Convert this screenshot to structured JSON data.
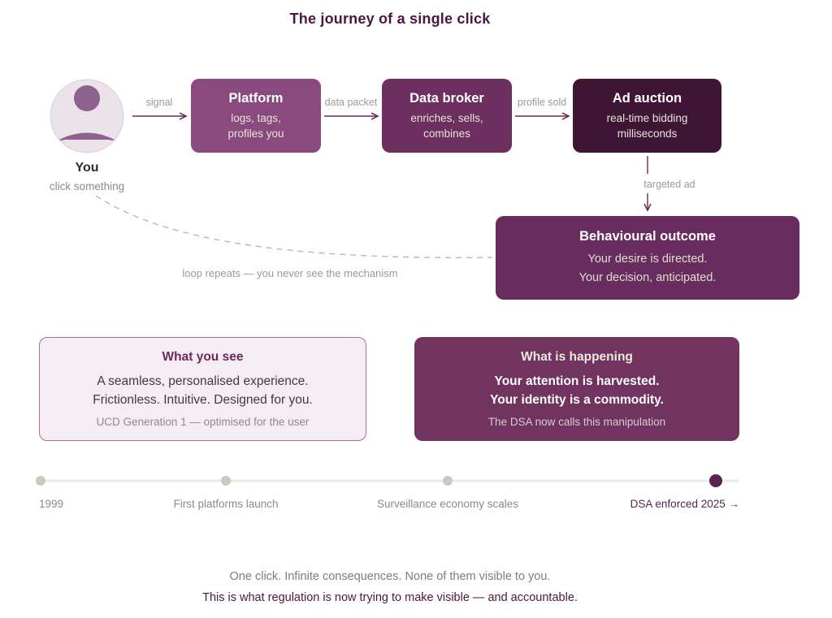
{
  "title": "The journey of a single click",
  "flow": {
    "you": {
      "label": "You",
      "sublabel": "click something"
    },
    "arrows": [
      {
        "label": "signal"
      },
      {
        "label": "data packet"
      },
      {
        "label": "profile sold"
      }
    ],
    "nodes": [
      {
        "title": "Platform",
        "lines": [
          "logs, tags,",
          "profiles you"
        ],
        "color": "#8a4a7d"
      },
      {
        "title": "Data broker",
        "lines": [
          "enriches, sells,",
          "combines"
        ],
        "color": "#6d2f60"
      },
      {
        "title": "Ad auction",
        "lines": [
          "real-time bidding",
          "milliseconds"
        ],
        "color": "#3f1536"
      }
    ],
    "targeted_ad_label": "targeted ad",
    "outcome": {
      "title": "Behavioural outcome",
      "lines": [
        "Your desire is directed.",
        "Your decision, anticipated."
      ],
      "color": "#692c5e"
    },
    "loop_label": "loop repeats — you never see the mechanism"
  },
  "panels": [
    {
      "title": "What you see",
      "lines": [
        "A seamless, personalised experience.",
        "Frictionless. Intuitive. Designed for you."
      ],
      "note": "UCD Generation 1 — optimised for the user"
    },
    {
      "title": "What is happening",
      "lines": [
        "Your attention is harvested.",
        "Your identity is a commodity."
      ],
      "note": "The DSA now calls this manipulation",
      "color": "#71335f"
    }
  ],
  "timeline": {
    "milestones": [
      {
        "label": "1999"
      },
      {
        "label": "First platforms launch"
      },
      {
        "label": "Surveillance economy scales"
      },
      {
        "label": "DSA enforced 2025 →"
      }
    ]
  },
  "footer": {
    "line1": "One click. Infinite consequences. None of them visible to you.",
    "line2": "This is what regulation is now trying to make visible — and accountable."
  },
  "colors": {
    "accent_dark": "#4a1742",
    "arrow_stroke": "#6b2a5e",
    "loop_dash": "#b4aad0",
    "panel_light_bg": "#f6ecf4",
    "panel_light_border": "#a86f9d",
    "timeline_line": "#eaeae8",
    "timeline_dot": "#c9ccbc",
    "timeline_dot_highlight": "#5b2153",
    "muted_gray": "#9a9a9a"
  }
}
